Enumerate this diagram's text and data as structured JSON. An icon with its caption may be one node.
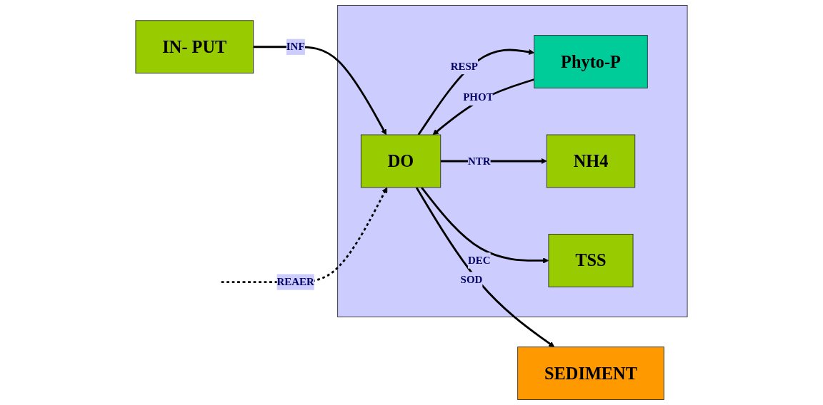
{
  "diagram": {
    "nodes": [
      {
        "text": [
          "IN- PUT"
        ]
      },
      {
        "text": [],
        "shape": "box"
      },
      {
        "text": [
          "DO"
        ],
        "in": 1
      },
      {
        "text": [
          "Phyto-P"
        ],
        "in": 1
      },
      {
        "text": [
          "NH4"
        ],
        "in": 1
      },
      {
        "text": [
          "TSS"
        ],
        "in": 1
      },
      {
        "text": [
          "SEDIMENT"
        ]
      }
    ],
    "edges": [
      {
        "from": 0,
        "to": 2,
        "arrow": "to",
        "label": "INF"
      },
      {
        "from": null,
        "to": 2,
        "arrow": "to",
        "label": "REAER",
        "style": "dashed"
      },
      {
        "from": 2,
        "to": 3,
        "arrow": "to",
        "label": "RESP"
      },
      {
        "from": 3,
        "to": 2,
        "arrow": "to",
        "label": "PHOT"
      },
      {
        "from": 2,
        "to": 4,
        "arrow": "to",
        "label": "NTR"
      },
      {
        "from": 2,
        "to": 5,
        "arrow": "to",
        "label": "DEC"
      },
      {
        "from": 2,
        "to": 6,
        "arrow": "to",
        "label": "SOD"
      }
    ]
  }
}
